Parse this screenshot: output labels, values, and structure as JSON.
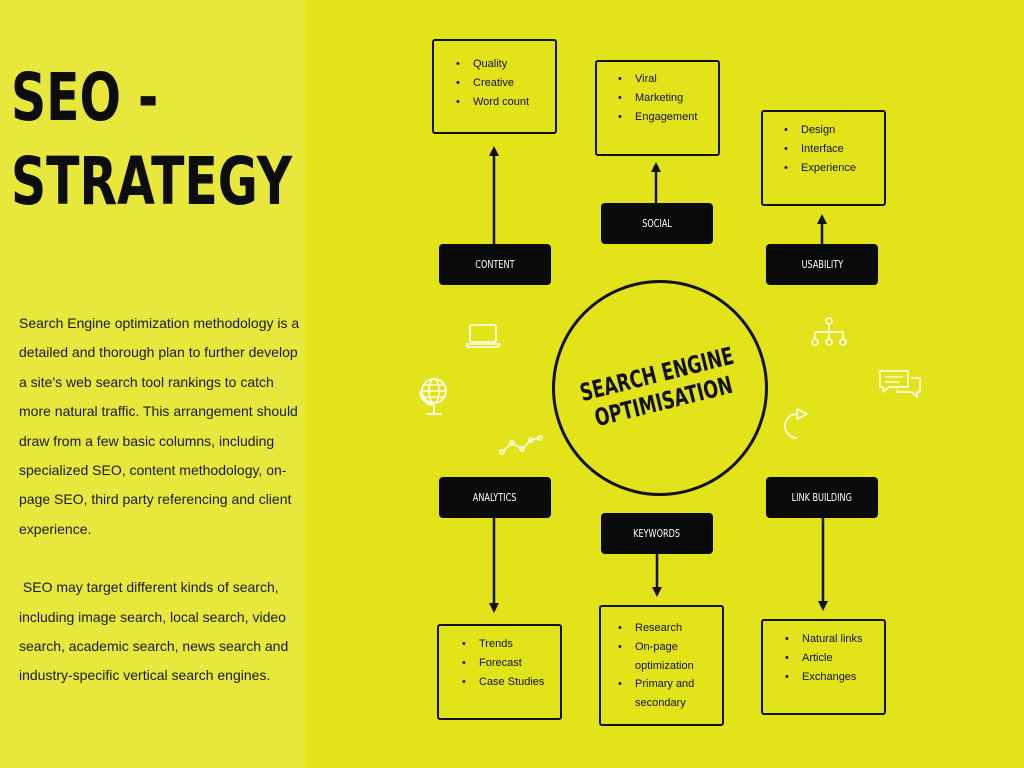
{
  "title": {
    "line1": "SEO -",
    "line2": "STRATEGY"
  },
  "description": {
    "paragraph1": "Search Engine optimization methodology is a detailed and thorough plan to further develop a site's web search tool rankings to catch more natural traffic. This arrangement should draw from a few basic columns, including specialized SEO, content methodology, on-page SEO, third party referencing and client experience.",
    "paragraph2": " SEO may target different kinds of search, including image search, local search, video search, academic search, news search and industry-specific vertical search engines."
  },
  "center": {
    "line1": "SEARCH ENGINE",
    "line2": "OPTIMISATION"
  },
  "nodes": {
    "content": {
      "label": "CONTENT",
      "items": [
        "Quality",
        "Creative",
        "Word count"
      ]
    },
    "social": {
      "label": "SOCIAL",
      "items": [
        "Viral",
        "Marketing",
        "Engagement"
      ]
    },
    "usability": {
      "label": "USABILITY",
      "items": [
        "Design",
        "Interface",
        "Experience"
      ]
    },
    "analytics": {
      "label": "ANALYTICS",
      "items": [
        "Trends",
        "Forecast",
        "Case Studies"
      ]
    },
    "keywords": {
      "label": "KEYWORDS",
      "items": [
        "Research",
        "On-page optimization",
        "Primary and secondary"
      ]
    },
    "link_building": {
      "label": "LINK BUILDING",
      "items": [
        "Natural links",
        "Article",
        "Exchanges"
      ]
    }
  },
  "icons": [
    "laptop-icon",
    "globe-icon",
    "line-graph-icon",
    "sitemap-icon",
    "chat-bubbles-icon",
    "refresh-arrow-icon"
  ],
  "colors": {
    "background": "#e3e31a",
    "left_panel": "#e8e83c",
    "ink": "#0a0a0a",
    "icon": "#ffffff"
  }
}
